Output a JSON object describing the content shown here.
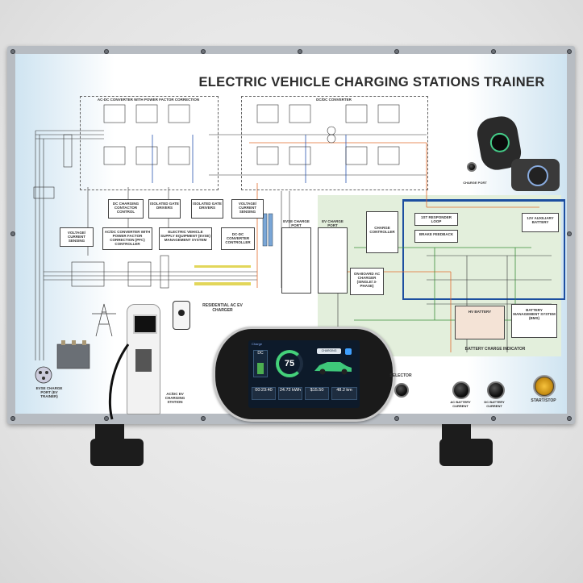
{
  "panel": {
    "title": "ELECTRIC VEHICLE CHARGING STATIONS TRAINER"
  },
  "labels": {
    "acdc_pfc": "AC-DC CONVERTER WITH POWER FACTOR CORRECTION",
    "dcdc": "DC/DC CONVERTER",
    "battery_indicator": "BATTERY CHARGE INDICATOR",
    "dc_charger": "AC/DC EV CHARGING STATION",
    "residential": "RESIDENTIAL AC EV CHARGER",
    "charge_port": "CHARGE PORT",
    "selector": "SELECTOR",
    "knob1": "AC BATTERY CURRENT",
    "knob2": "DC BATTERY CURRENT",
    "start_stop": "START/STOP",
    "ev_charge_port": "EVSE CHARGE PORT (EV TRAINER)"
  },
  "blocks": {
    "dc_contactor": "DC CHARGING CONTACTOR CONTROL",
    "gate_drivers": "ISOLATED GATE DRIVERS",
    "vc_sensing": "VOLTAGE/ CURRENT SENSING",
    "vc_sensing2": "VOLTAGE/ CURRENT SENSING",
    "acdc_controller": "AC/DC CONVERTER WITH POWER FACTOR CORRECTION (PFC) CONTROLLER",
    "evse_mgmt": "ELECTRIC VEHICLE SUPPLY EQUIPMENT (EVSE) MANAGEMENT SYSTEM",
    "dcdc_controller": "DC-DC CONVERTER CONTROLLER",
    "evse_port": "EVSE CHARGE PORT",
    "ev_port": "EV CHARGE PORT",
    "charge_controller": "CHARGE CONTROLLER",
    "onboard_charger": "ON-BOARD AC CHARGER (SINGLE/ 3-PHASE)",
    "responder": "1ST RESPONDER LOOP",
    "brake": "BRAKE FEEDBACK",
    "aux_battery": "12V AUXILIARY BATTERY",
    "hv_battery": "HV BATTERY",
    "bms": "BATTERY MANAGEMENT SYSTEM (BMS)"
  },
  "display": {
    "header": "Charge",
    "mode": "DC",
    "percent": "75",
    "badge": "",
    "btn": "CHARGING",
    "tiles": [
      {
        "value": "00:23:40",
        "label": ""
      },
      {
        "value": "24.72 kWh",
        "label": ""
      },
      {
        "value": "$15.50",
        "label": ""
      },
      {
        "value": "48.2 km",
        "label": ""
      }
    ]
  }
}
